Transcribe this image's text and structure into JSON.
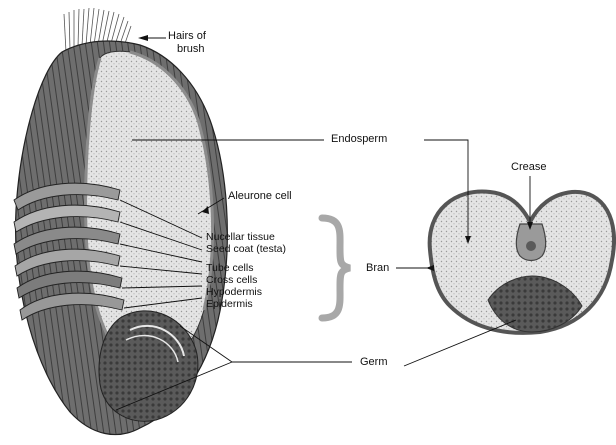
{
  "labels": {
    "hairs": [
      "Hairs of",
      "brush"
    ],
    "endosperm": "Endosperm",
    "crease": "Crease",
    "aleurone": "Aleurone cell",
    "nucellar": "Nucellar tissue",
    "seed_coat": "Seed coat (testa)",
    "tube_cells": "Tube cells",
    "cross_cells": "Cross cells",
    "hypodermis": "Hypodermis",
    "epidermis": "Epidermis",
    "bran": "Bran",
    "germ": "Germ"
  },
  "colors": {
    "outer_bran": "#5a5a5a",
    "endosperm_fill": "#d6d6d6",
    "aleurone": "#8c8c8c",
    "germ": "#4a4a4a",
    "brace": "#a8a8a8",
    "leader": "#111111"
  }
}
